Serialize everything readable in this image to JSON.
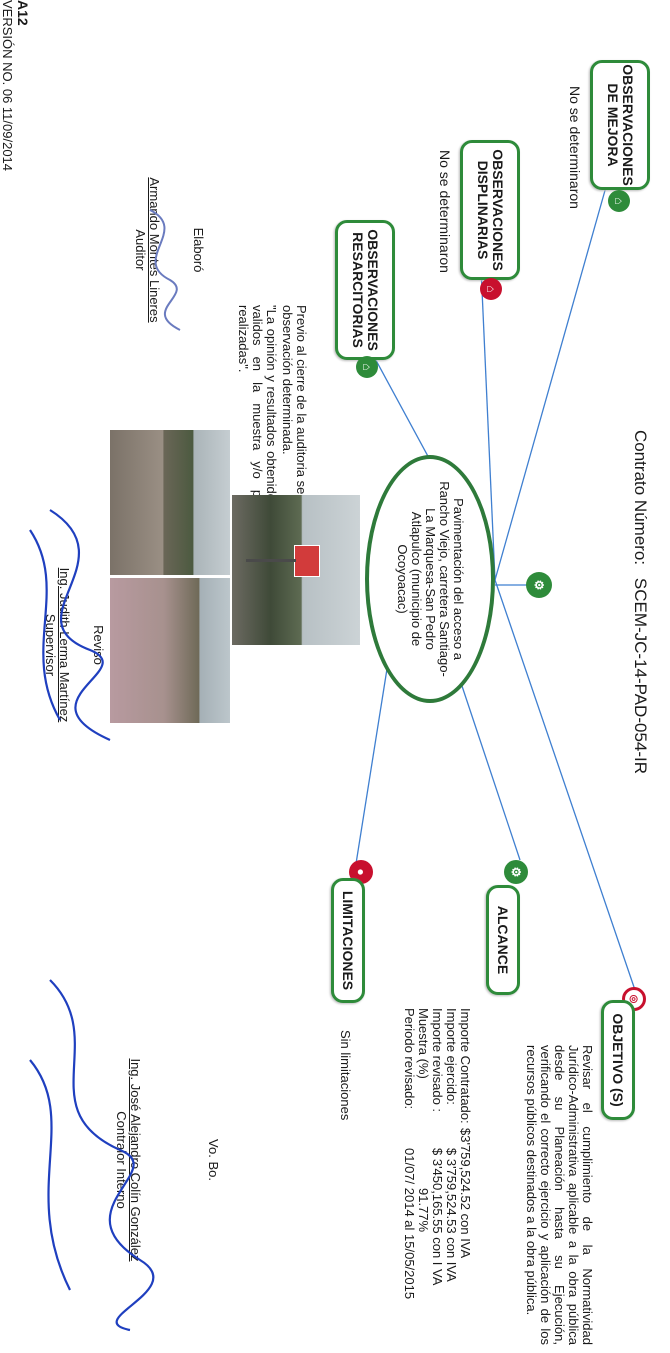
{
  "header": {
    "contract_label": "Contrato Número:",
    "contract_number": "SCEM-JC-14-PAD-054-IR"
  },
  "center": {
    "text": "Pavimentación del acceso a Rancho Viejo, carretera Santiago-La Marquesa-San Pedro Atlapulco (municipio de Ocoyoacac)"
  },
  "mejora": {
    "title": "OBSERVACIONES DE MEJORA",
    "text": "No se determinaron"
  },
  "disciplinarias": {
    "title": "OBSERVACIONES DISPLINARIAS",
    "text": "No se determinaron"
  },
  "resarcitorias": {
    "title": "OBSERVACIONES RESARCITORIAS"
  },
  "objetivo": {
    "title": "OBJETIVO (S)",
    "text": "Revisar el cumplimiento de la Normatividad Jurídico-Administrativa aplicable a la obra pública desde su Planeación hasta su Ejecución, verificando el correcto ejercicio y aplicación de los recursos públicos destinados a la obra pública."
  },
  "alcance": {
    "title": "ALCANCE",
    "rows": [
      {
        "label": "Importe Contratado:",
        "value": "$3'759,524.52 con IVA"
      },
      {
        "label": "Importe ejercido:",
        "value": "$ 3'759,524.53 con IVA"
      },
      {
        "label": "Importe revisado :",
        "value": "$ 3'450,165.55 con I VA"
      },
      {
        "label": "Muestra      (%)",
        "value": "91.77%"
      },
      {
        "label": "Periodo revisado:",
        "value": "01/07/ 2014 al 15/05/2015"
      }
    ]
  },
  "limitaciones": {
    "title": "LIMITACIONES",
    "text": "Sin limitaciones"
  },
  "notes": {
    "closing": "Previo al cierre de la auditoria se aclaro la observación determinada.",
    "opinion": "\"La opinión y resultados obtenidos únicamente son validos en la muestra y/o pruebas selectivas realizadas\"."
  },
  "signatures": {
    "elaboro": {
      "role": "Elaboró",
      "name": "Armando Montes Lineres",
      "title": "Auditor"
    },
    "reviso": {
      "role": "Revisó",
      "name": "Ing. Judith Lerma Martínez",
      "title": "Supervisor"
    },
    "vobo": {
      "role": "Vo. Bo.",
      "name": "Ing. José Alejandro Colín González",
      "title": "Contralor Interno"
    }
  },
  "footer": {
    "code": "A12",
    "version": "VERSIÓN NO. 06 11/09/2014"
  },
  "icons": {
    "mejora": "building-icon",
    "disciplinarias": "building-icon",
    "resarcitorias": "building-icon",
    "objetivo": "target-icon",
    "alcance": "gears-icon",
    "limitaciones": "traffic-light-icon",
    "center": "gears-icon"
  },
  "colors": {
    "frame_green": "#2e8b3a",
    "badge_red": "#c8102e",
    "line_blue": "#3f7fd0",
    "signature_blue": "#1f3fbf"
  }
}
